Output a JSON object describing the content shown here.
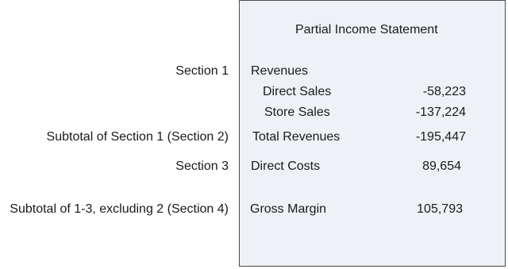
{
  "left_labels": {
    "section1": "Section 1",
    "subtotal_section1": "Subtotal of Section 1 (Section 2)",
    "section3": "Section 3",
    "subtotal_1_3": "Subtotal of 1-3, excluding 2 (Section 4)"
  },
  "statement": {
    "title": "Partial Income Statement",
    "revenues_header": "Revenues",
    "rows": [
      {
        "label": "Direct Sales",
        "value": "-58,223"
      },
      {
        "label": "Store Sales",
        "value": "-137,224"
      },
      {
        "label": "Total Revenues",
        "value": "-195,447"
      },
      {
        "label": "Direct Costs",
        "value": "89,654"
      },
      {
        "label": "Gross Margin",
        "value": "105,793"
      }
    ]
  },
  "colors": {
    "panel_background": "#eef1f5",
    "panel_border": "#4a4a4a",
    "text": "#1a1a1a"
  }
}
